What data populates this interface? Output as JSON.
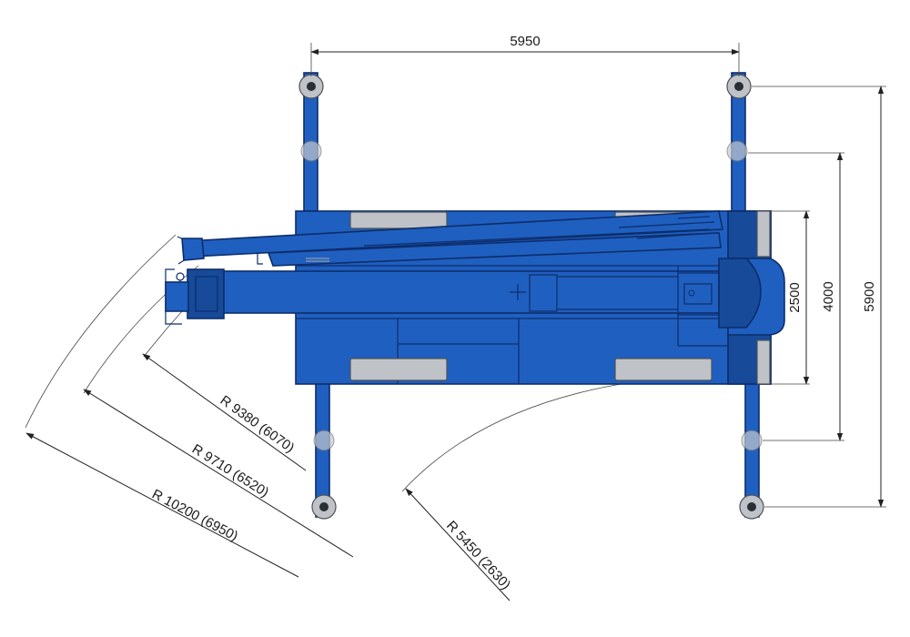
{
  "colors": {
    "body": "#1f5fbf",
    "body_dark": "#174a99",
    "outline": "#0d2d6b",
    "pad": "#bfc2c7",
    "dimension": "#222222"
  },
  "dimensions": {
    "outrigger_span": "5950",
    "frame_width": "2500",
    "support_width_mid": "4000",
    "support_width_full": "5900"
  },
  "radii": {
    "r1": "R 9380 (6070)",
    "r2": "R 9710 (6520)",
    "r3": "R 10200 (6950)",
    "r4": "R 5450 (2630)"
  }
}
